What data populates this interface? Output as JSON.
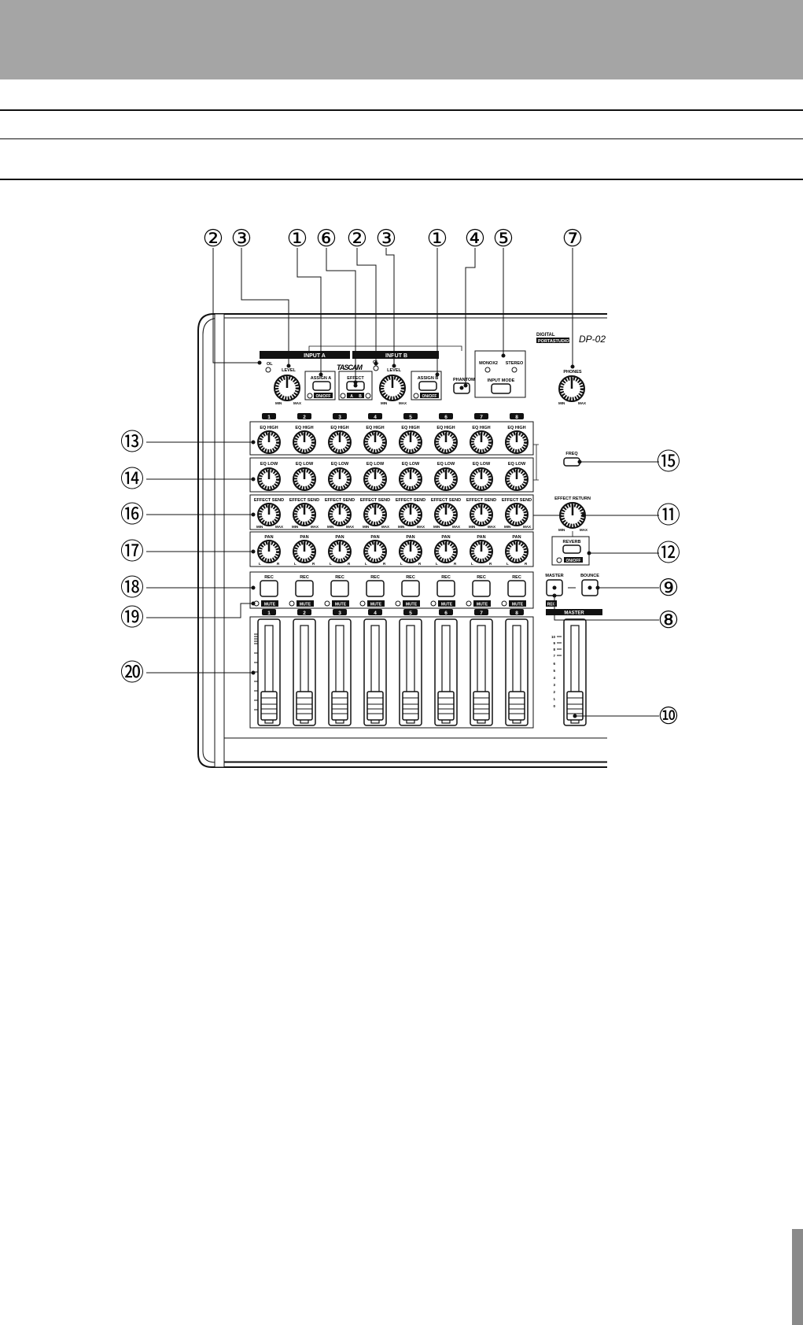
{
  "brand": {
    "line1": "DIGITAL",
    "line2": "PORTASTUDIO",
    "model": "DP-02",
    "logo": "TASCAM"
  },
  "input_section": {
    "input_a": "INPUT A",
    "input_b": "INPUT B",
    "ol": "OL",
    "level": "LEVEL",
    "min": "MIN",
    "max": "MAX",
    "assign_a": "ASSIGN A",
    "assign_b": "ASSIGN B",
    "on_off": "ON/OFF",
    "effect": "EFFECT",
    "effect_a": "A",
    "effect_b": "B",
    "phantom": "PHANTOM",
    "mono_x2": "MONOX2",
    "stereo": "STEREO",
    "input_mode": "INPUT MODE",
    "phones": "PHONES"
  },
  "channel_strip": {
    "channels": [
      "1",
      "2",
      "3",
      "4",
      "5",
      "6",
      "7",
      "8"
    ],
    "eq_high": "EQ HIGH",
    "eq_low": "EQ LOW",
    "effect_send": "EFFECT SEND",
    "pan": "PAN",
    "pan_l": "L",
    "pan_r": "R",
    "min": "MIN",
    "max": "MAX",
    "rec": "REC",
    "mute": "MUTE"
  },
  "master_section": {
    "freq": "FREQ",
    "effect_return": "EFFECT RETURN",
    "reverb": "REVERB",
    "on_off": "ON/OFF",
    "master": "MASTER",
    "bounce": "BOUNCE",
    "rec": "REC",
    "master_fader": "MASTER",
    "scale": [
      "10",
      "9",
      "8",
      "7",
      "6",
      "5",
      "4",
      "3",
      "2",
      "1",
      "0"
    ]
  },
  "callouts": {
    "c1": "①",
    "c2": "②",
    "c3": "③",
    "c4": "④",
    "c5": "⑤",
    "c6": "⑥",
    "c7": "⑦",
    "c8": "⑧",
    "c9": "⑨",
    "c10": "⑩",
    "c11": "⑪",
    "c12": "⑫",
    "c13": "⑬",
    "c14": "⑭",
    "c15": "⑮",
    "c16": "⑯",
    "c17": "⑰",
    "c18": "⑱",
    "c19": "⑲",
    "c20": "⑳"
  }
}
